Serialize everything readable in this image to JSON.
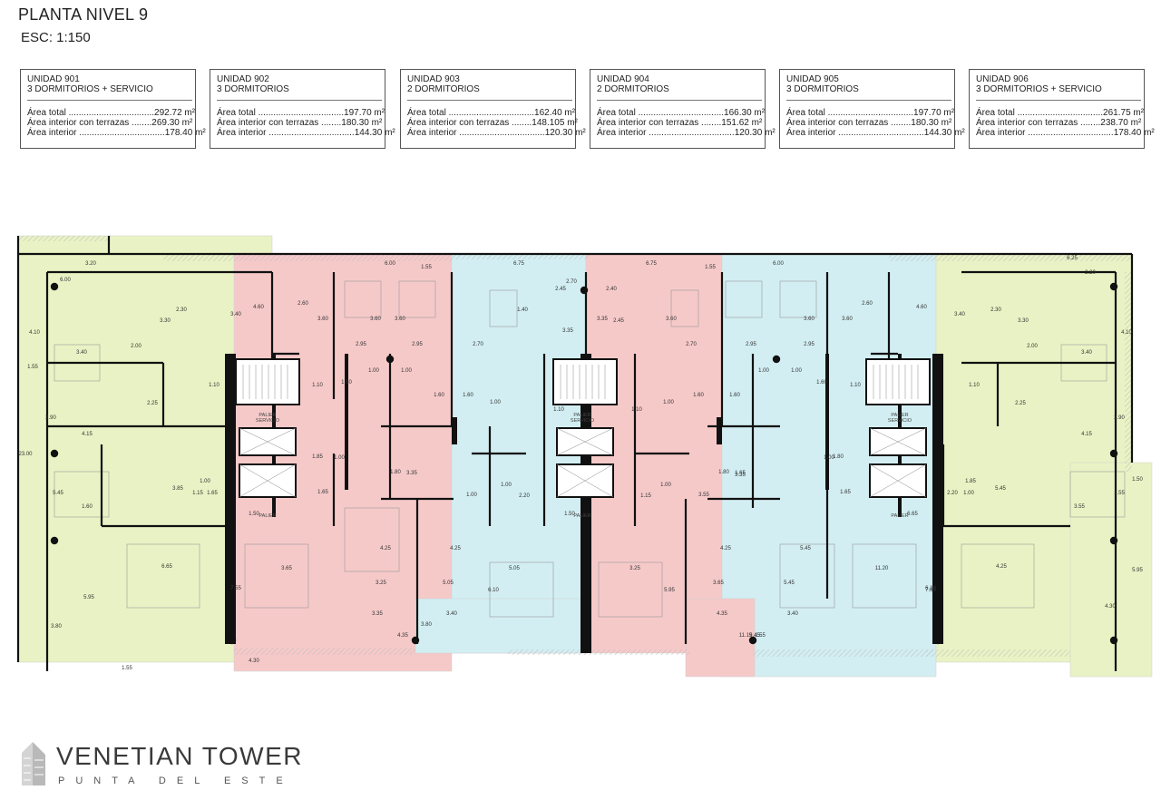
{
  "header": {
    "title": "PLANTA NIVEL 9",
    "scale": "ESC:  1:150"
  },
  "units": [
    {
      "name": "UNIDAD 901",
      "type": "3 DORMITORIOS + SERVICIO",
      "rows": [
        {
          "label": "Área total ..................................",
          "value": "292.72 m²"
        },
        {
          "label": "Área interior con terrazas ........",
          "value": "269.30 m²"
        },
        {
          "label": "Área interior ..................................",
          "value": "178.40 m²"
        }
      ]
    },
    {
      "name": "UNIDAD 902",
      "type": "3 DORMITORIOS",
      "rows": [
        {
          "label": "Área total ..................................",
          "value": "197.70 m²"
        },
        {
          "label": "Área interior con terrazas ........",
          "value": "180.30 m²"
        },
        {
          "label": "Área interior ..................................",
          "value": "144.30 m²"
        }
      ]
    },
    {
      "name": "UNIDAD 903",
      "type": "2 DORMITORIOS",
      "rows": [
        {
          "label": "Área total ..................................",
          "value": "162.40 m²"
        },
        {
          "label": "Área interior con terrazas ........",
          "value": "148.105 m²"
        },
        {
          "label": "Área interior ..................................",
          "value": "120.30 m²"
        }
      ]
    },
    {
      "name": "UNIDAD 904",
      "type": "2 DORMITORIOS",
      "rows": [
        {
          "label": "Área total ..................................",
          "value": "166.30 m²"
        },
        {
          "label": "Área interior con terrazas ........",
          "value": "151.62 m²"
        },
        {
          "label": "Área interior ..................................",
          "value": "120.30 m²"
        }
      ]
    },
    {
      "name": "UNIDAD 905",
      "type": "3 DORMITORIOS",
      "rows": [
        {
          "label": "Área total ..................................",
          "value": "197.70 m²"
        },
        {
          "label": "Área interior con terrazas ........",
          "value": "180.30 m²"
        },
        {
          "label": "Área interior ..................................",
          "value": "144.30 m²"
        }
      ]
    },
    {
      "name": "UNIDAD 906",
      "type": "3 DORMITORIOS + SERVICIO",
      "rows": [
        {
          "label": "Área total ..................................",
          "value": "261.75 m²"
        },
        {
          "label": "Área interior con terrazas ........",
          "value": "238.70 m²"
        },
        {
          "label": "Área interior ..................................",
          "value": "178.40 m²"
        }
      ]
    }
  ],
  "plan": {
    "zone_colors": {
      "green": "#e9f2c4",
      "pink": "#f6c9c9",
      "cyan": "#d2eef2",
      "wall": "#111111",
      "terrace_hatch": "#c9c9c9"
    },
    "palier_labels": [
      "PALIER",
      "SERVICIO",
      "PALIER",
      "SERVICIO",
      "PALIER",
      "SERVICIO",
      "PALIER",
      "PALIER",
      "PALIER"
    ],
    "dimensions": [
      "6.00",
      "3.20",
      "6.00",
      "1.55",
      "6.75",
      "2.70",
      "6.75",
      "1.55",
      "6.00",
      "6.25",
      "2.20",
      "4.10",
      "3.40",
      "2.30",
      "3.40",
      "4.60",
      "3.30",
      "2.00",
      "2.60",
      "3.60",
      "3.60",
      "3.60",
      "2.45",
      "1.40",
      "3.35",
      "2.40",
      "2.45",
      "3.35",
      "3.60",
      "2.60",
      "3.60",
      "3.60",
      "3.40",
      "4.60",
      "2.30",
      "3.30",
      "2.00",
      "3.40",
      "4.10",
      "1.55",
      "2.95",
      "2.95",
      "2.70",
      "2.70",
      "2.95",
      "2.95",
      "1.00",
      "1.00",
      "1.00",
      "1.00",
      "1.00",
      "1.00",
      "1.60",
      "1.60",
      "1.60",
      "1.60",
      "1.60",
      "1.60",
      "1.10",
      "1.10",
      "1.10",
      "1.10",
      "1.10",
      "1.10",
      "2.90",
      "4.15",
      "2.25",
      "2.25",
      "4.15",
      "2.90",
      "23.00",
      "1.00",
      "1.00",
      "1.00",
      "1.00",
      "1.00",
      "1.85",
      "1.85",
      "1.80",
      "1.80",
      "1.80",
      "3.35",
      "3.35",
      "1.65",
      "1.65",
      "1.65",
      "1.65",
      "2.20",
      "2.20",
      "1.15",
      "1.15",
      "1.00",
      "1.00",
      "3.55",
      "5.45",
      "1.60",
      "3.85",
      "5.45",
      "3.55",
      "1.55",
      "1.50",
      "1.50",
      "1.50",
      "6.65",
      "6.65",
      "4.25",
      "4.25",
      "4.25",
      "4.25",
      "5.45",
      "3.65",
      "3.25",
      "5.05",
      "5.05",
      "3.25",
      "3.65",
      "5.45",
      "11.20",
      "5.95",
      "7.55",
      "5.95",
      "6.10",
      "6.10",
      "5.95",
      "7.60",
      "4.30",
      "3.80",
      "3.35",
      "3.40",
      "3.80",
      "4.35",
      "3.40",
      "4.35",
      "11.15",
      "1.55",
      "9.45",
      "1.55",
      "4.30"
    ]
  },
  "brand": {
    "name": "VENETIAN TOWER",
    "location": "PUNTA DEL ESTE"
  }
}
